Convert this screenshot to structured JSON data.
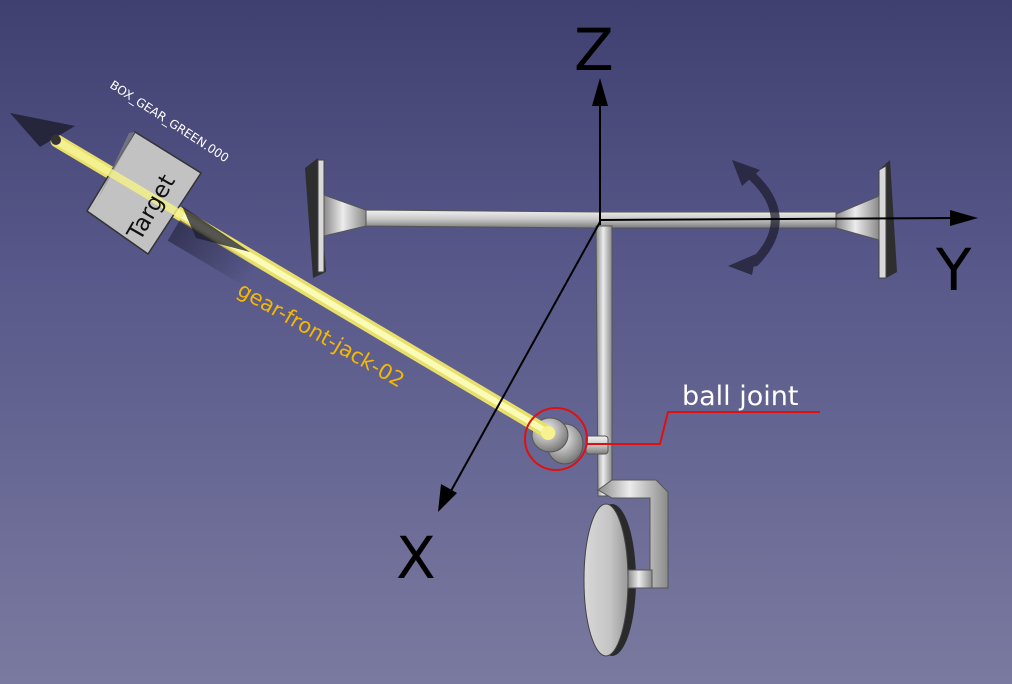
{
  "axes": {
    "z": "Z",
    "y": "Y",
    "x": "X"
  },
  "labels": {
    "box_name": "BOX_GEAR_GREEN.000",
    "target": "Target",
    "jack_name": "gear-front-jack-02",
    "ball_joint": "ball joint"
  },
  "colors": {
    "background_top": "#3f3f70",
    "background_bottom": "#7a7aa0",
    "jack_highlight": "#f3f08a",
    "jack_label": "#f5b800",
    "callout": "#e01010",
    "part_gray": "#c8c8c8"
  }
}
